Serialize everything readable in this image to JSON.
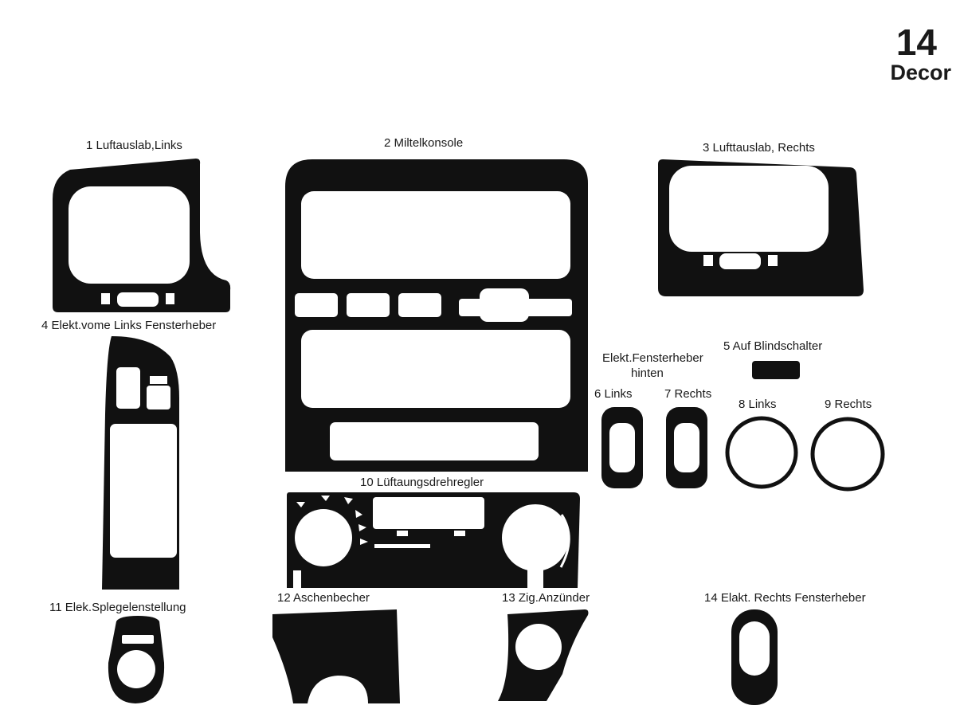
{
  "badge": {
    "number": "14",
    "word": "Decor"
  },
  "parts": [
    {
      "id": "1",
      "label": "1  Luftauslab,Links"
    },
    {
      "id": "2",
      "label": "2  Miltelkonsole"
    },
    {
      "id": "3",
      "label": "3  Lufttauslab, Rechts"
    },
    {
      "id": "4",
      "label": "4  Elekt.vome Links Fensterheber"
    },
    {
      "id": "5",
      "label": "5  Auf Blindschalter"
    },
    {
      "id": "6",
      "label": "6 Links"
    },
    {
      "id": "7",
      "label": "7 Rechts"
    },
    {
      "id": "8",
      "label": "8  Links"
    },
    {
      "id": "9",
      "label": "9  Rechts"
    },
    {
      "id": "10",
      "label": "10   Lüftaungsdrehregler"
    },
    {
      "id": "11",
      "label": "11  Elek.Splegelenstellung"
    },
    {
      "id": "12",
      "label": "12 Aschenbecher"
    },
    {
      "id": "13",
      "label": "13  Zig.Anzünder"
    },
    {
      "id": "14",
      "label": "14  Elakt. Rechts Fensterheber"
    }
  ],
  "group_label": {
    "line1": "Elekt.Fensterheber",
    "line2": "hinten"
  },
  "colors": {
    "part_fill": "#111111",
    "background": "#ffffff"
  }
}
